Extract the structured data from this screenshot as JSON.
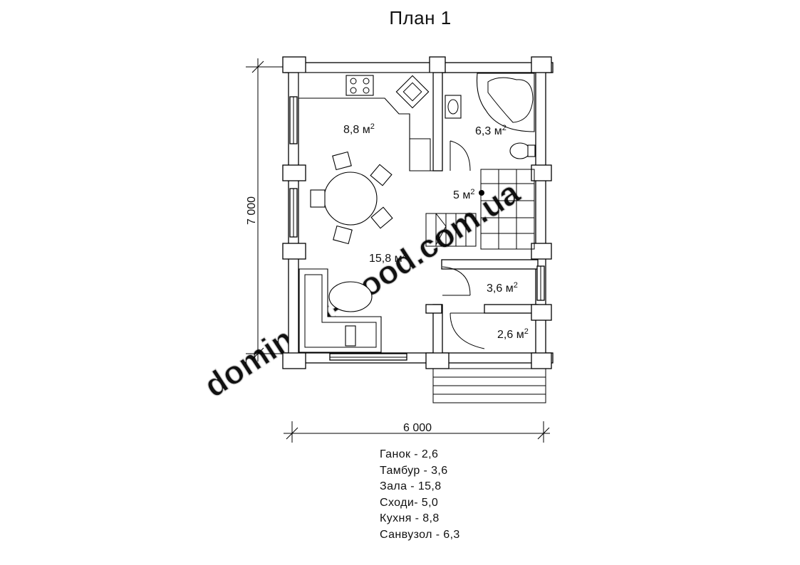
{
  "title": "План 1",
  "rooms": [
    {
      "key": "kitchen",
      "area": "8,8 м",
      "sup": "2"
    },
    {
      "key": "bath",
      "area": "6,3 м",
      "sup": "2"
    },
    {
      "key": "stairs",
      "area": "5 м",
      "sup": "2"
    },
    {
      "key": "hall",
      "area": "15,8 м",
      "sup": "2"
    },
    {
      "key": "vestibule",
      "area": "3,6 м",
      "sup": "2"
    },
    {
      "key": "porch",
      "area": "2,6 м",
      "sup": "2"
    }
  ],
  "dimensions": {
    "height": "7 000",
    "width": "6 000"
  },
  "watermark": "dominant-wood.com.ua",
  "legend": [
    "Ганок - 2,6",
    "Тамбур - 3,6",
    "Зала - 15,8",
    "Сходи- 5,0",
    "Кухня - 8,8",
    "Санвузол - 6,3"
  ]
}
